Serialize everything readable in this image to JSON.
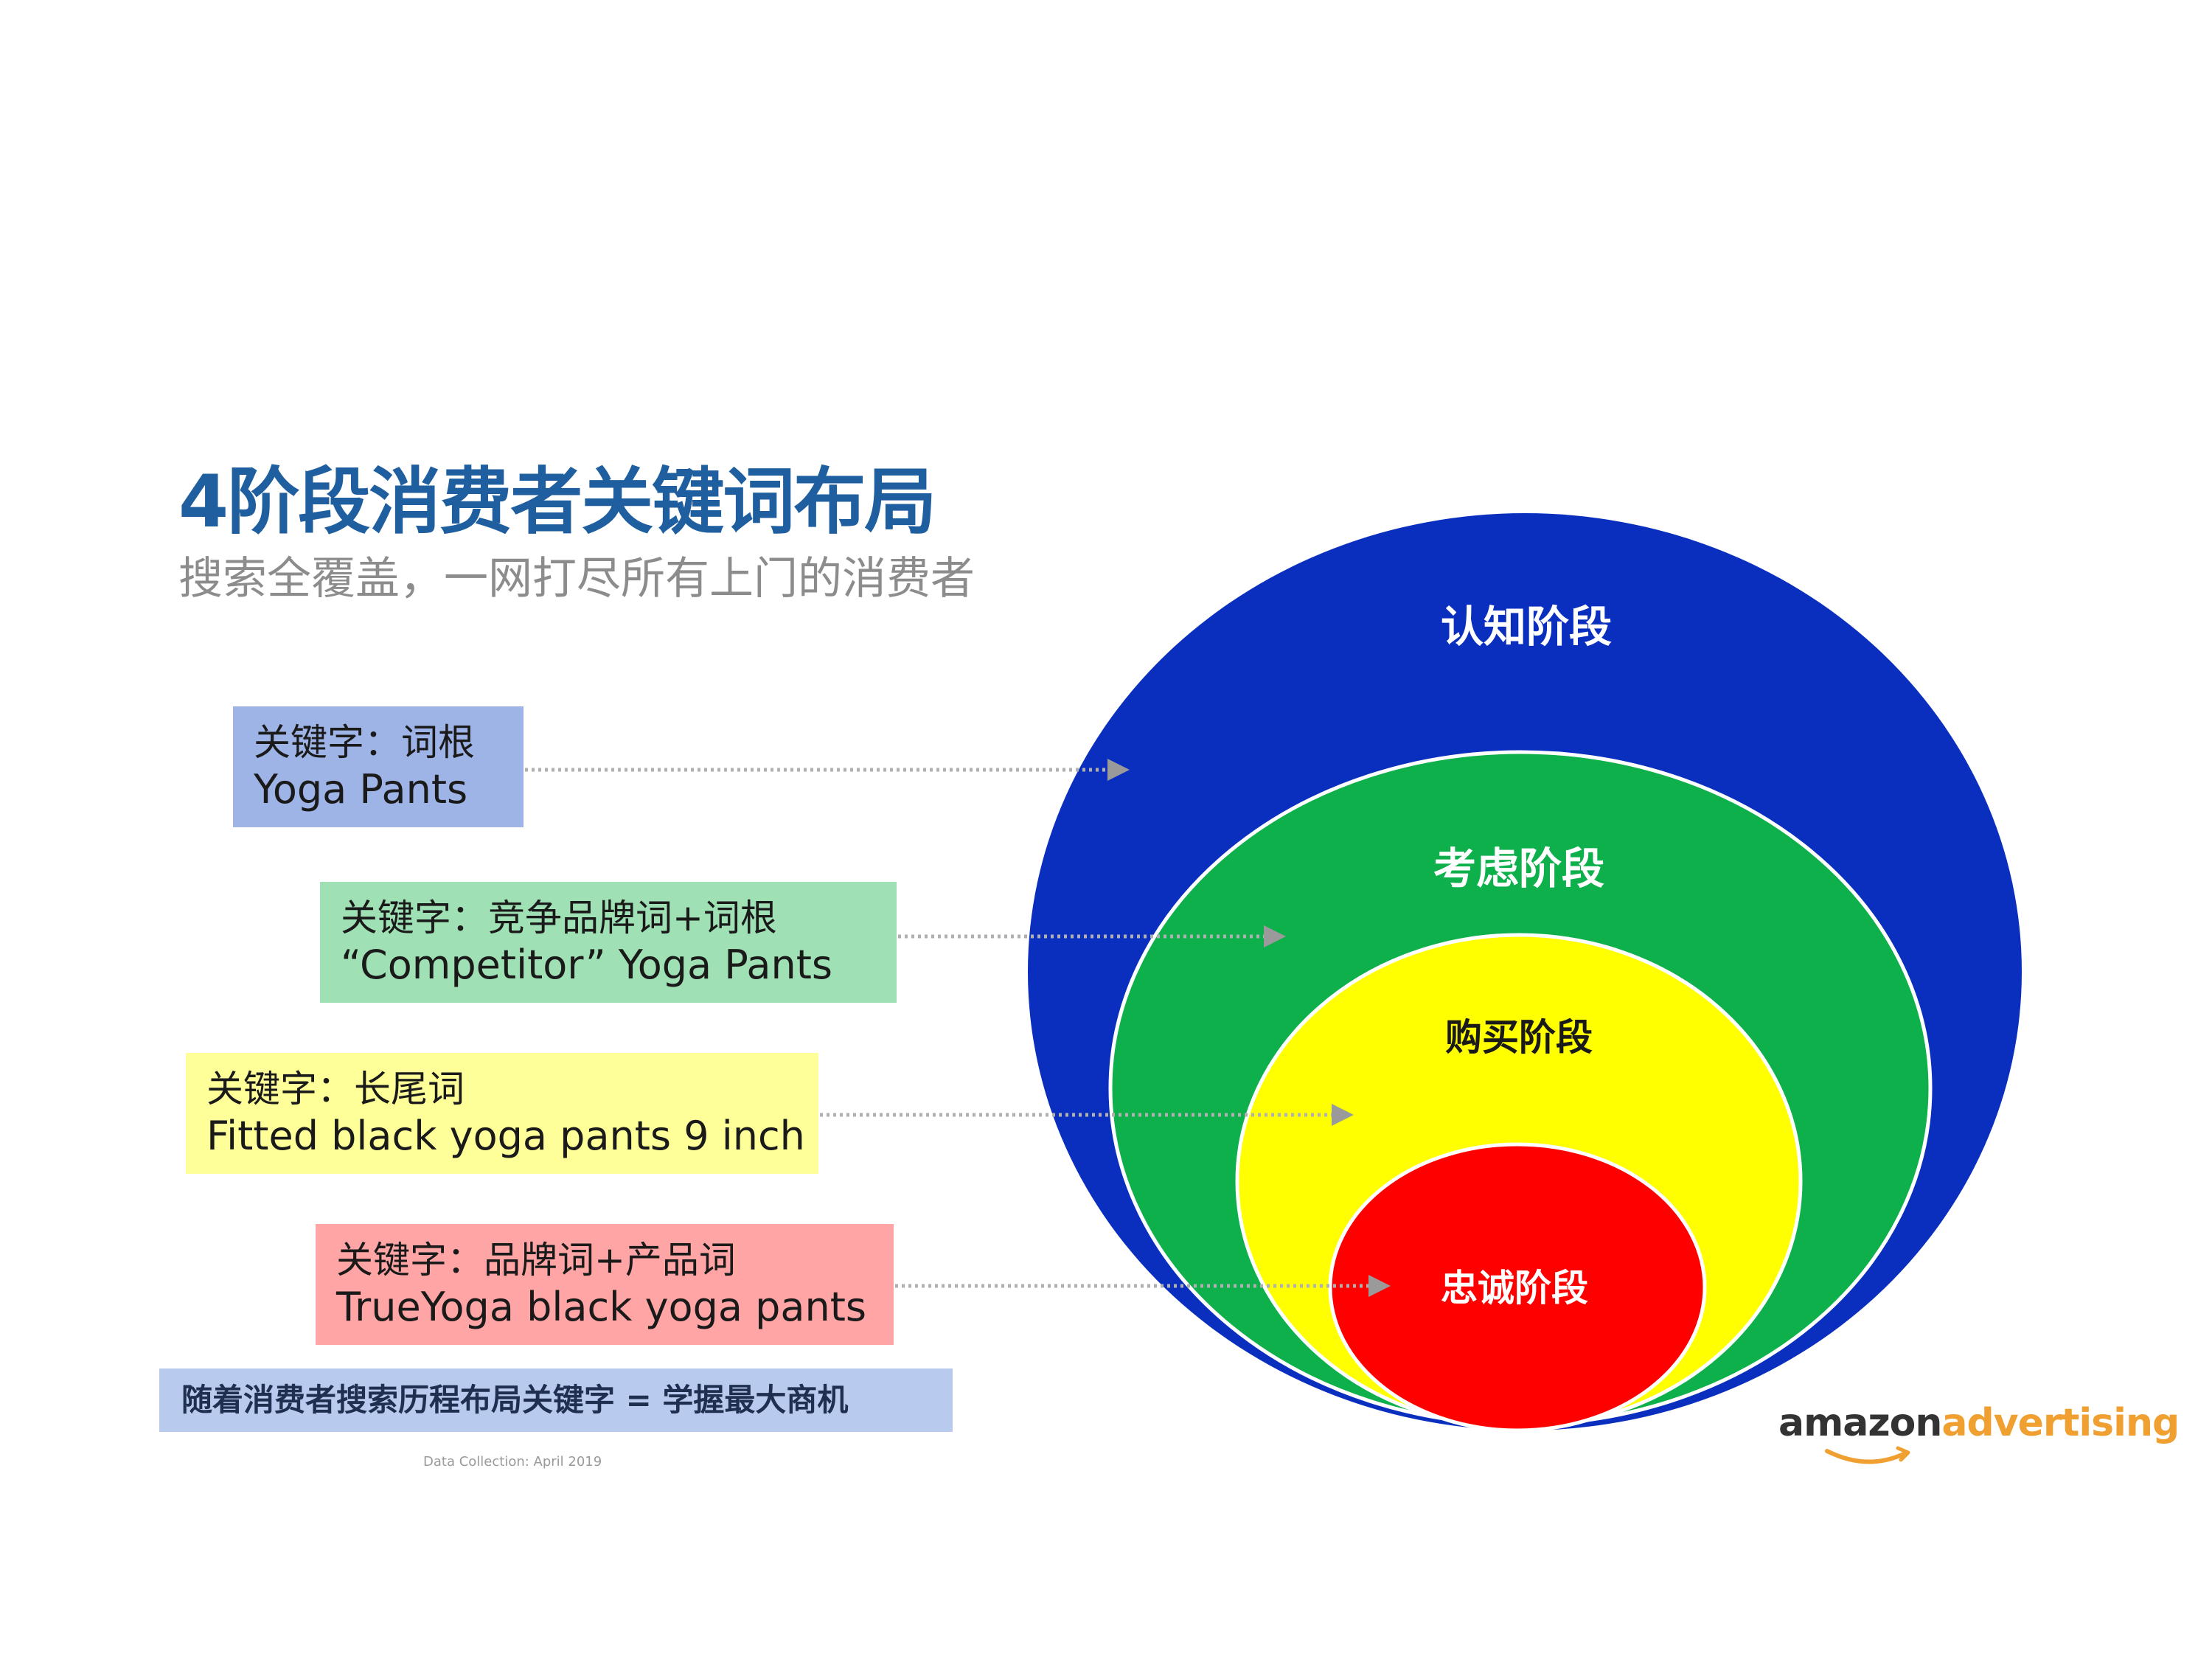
{
  "header": {
    "title": "4阶段消费者关键词布局",
    "subtitle": "搜索全覆盖，一网打尽所有上门的消费者"
  },
  "stages": [
    {
      "label": "认知阶段",
      "color": "#0a2fbf"
    },
    {
      "label": "考虑阶段",
      "color": "#0db04b"
    },
    {
      "label": "购买阶段",
      "color": "#ffff00"
    },
    {
      "label": "忠诚阶段",
      "color": "#ff0000"
    }
  ],
  "keyword_boxes": [
    {
      "line1": "关键字：词根",
      "line2": "Yoga Pants",
      "bg": "#9fb4e6"
    },
    {
      "line1": "关键字：竞争品牌词+词根",
      "line2": "“Competitor” Yoga Pants",
      "bg": "#9fe0b4"
    },
    {
      "line1": "关键字：长尾词",
      "line2": "Fitted black yoga pants 9 inch",
      "bg": "#ffff99"
    },
    {
      "line1": "关键字：品牌词+产品词",
      "line2": "TrueYoga black yoga pants",
      "bg": "#ffa5a5"
    }
  ],
  "bottom_note": {
    "text": "随着消费者搜索历程布局关键字 = 学握最大商机",
    "bg": "#b8cbef"
  },
  "footnote": "Data Collection: April 2019",
  "logo": {
    "part1": "amazon",
    "part2": "advertising",
    "color1": "#333333",
    "color2": "#f0a030",
    "icon": "amazon-smile-icon"
  },
  "colors": {
    "title": "#1f5f9f",
    "subtitle": "#8c8c8c",
    "arrow": "#b0b0b0"
  }
}
